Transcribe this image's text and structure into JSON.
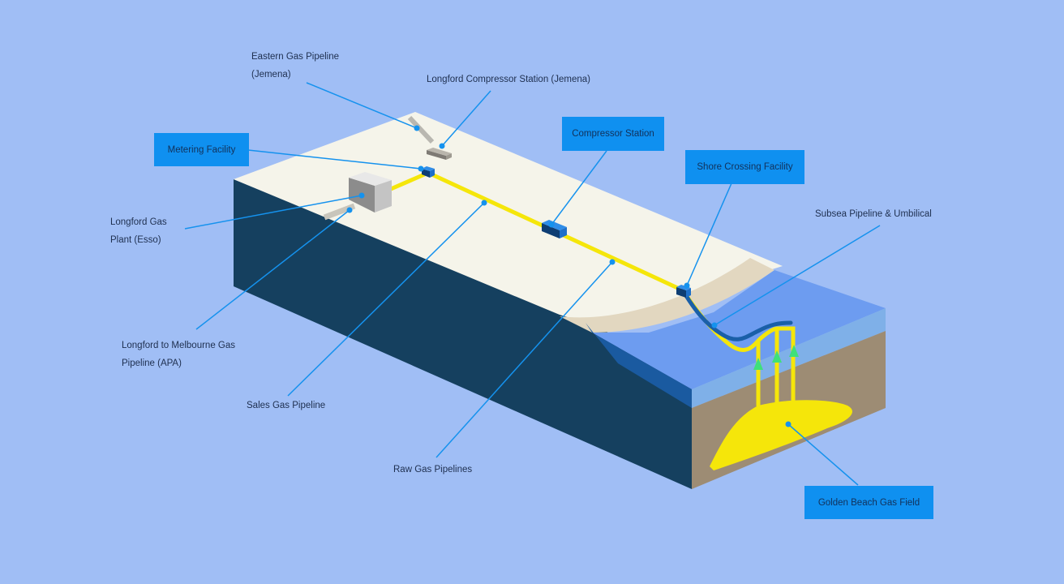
{
  "labels": {
    "eastern_gas_pipeline": [
      "Eastern Gas Pipeline",
      "(Jemena)"
    ],
    "longford_compressor_station": "Longford Compressor Station (Jemena)",
    "metering_facility": "Metering Facility",
    "compressor_station": "Compressor Station",
    "shore_crossing_facility": "Shore Crossing Facility",
    "subsea_pipeline": "Subsea Pipeline & Umbilical",
    "longford_gas_plant": [
      "Longford Gas",
      "Plant (Esso)"
    ],
    "longford_melbourne_pipeline": [
      "Longford to Melbourne Gas",
      "Pipeline (APA)"
    ],
    "sales_gas_pipeline": "Sales Gas Pipeline",
    "raw_gas_pipelines": "Raw Gas Pipelines",
    "golden_beach_gas_field": "Golden Beach Gas Field"
  },
  "colors": {
    "background": "#a0bef5",
    "land_top": "#f5f4ea",
    "land_side": "#15405f",
    "sand": "#e2d7c0",
    "sea": "#6d9cf0",
    "seabed": "#9d8c74",
    "pipeline": "#f5e60a",
    "subsea_line": "#1a5fa8",
    "callout_box": "#0f90f0",
    "callout_line": "#1592ee",
    "flow_arrow": "#3fe07a"
  }
}
